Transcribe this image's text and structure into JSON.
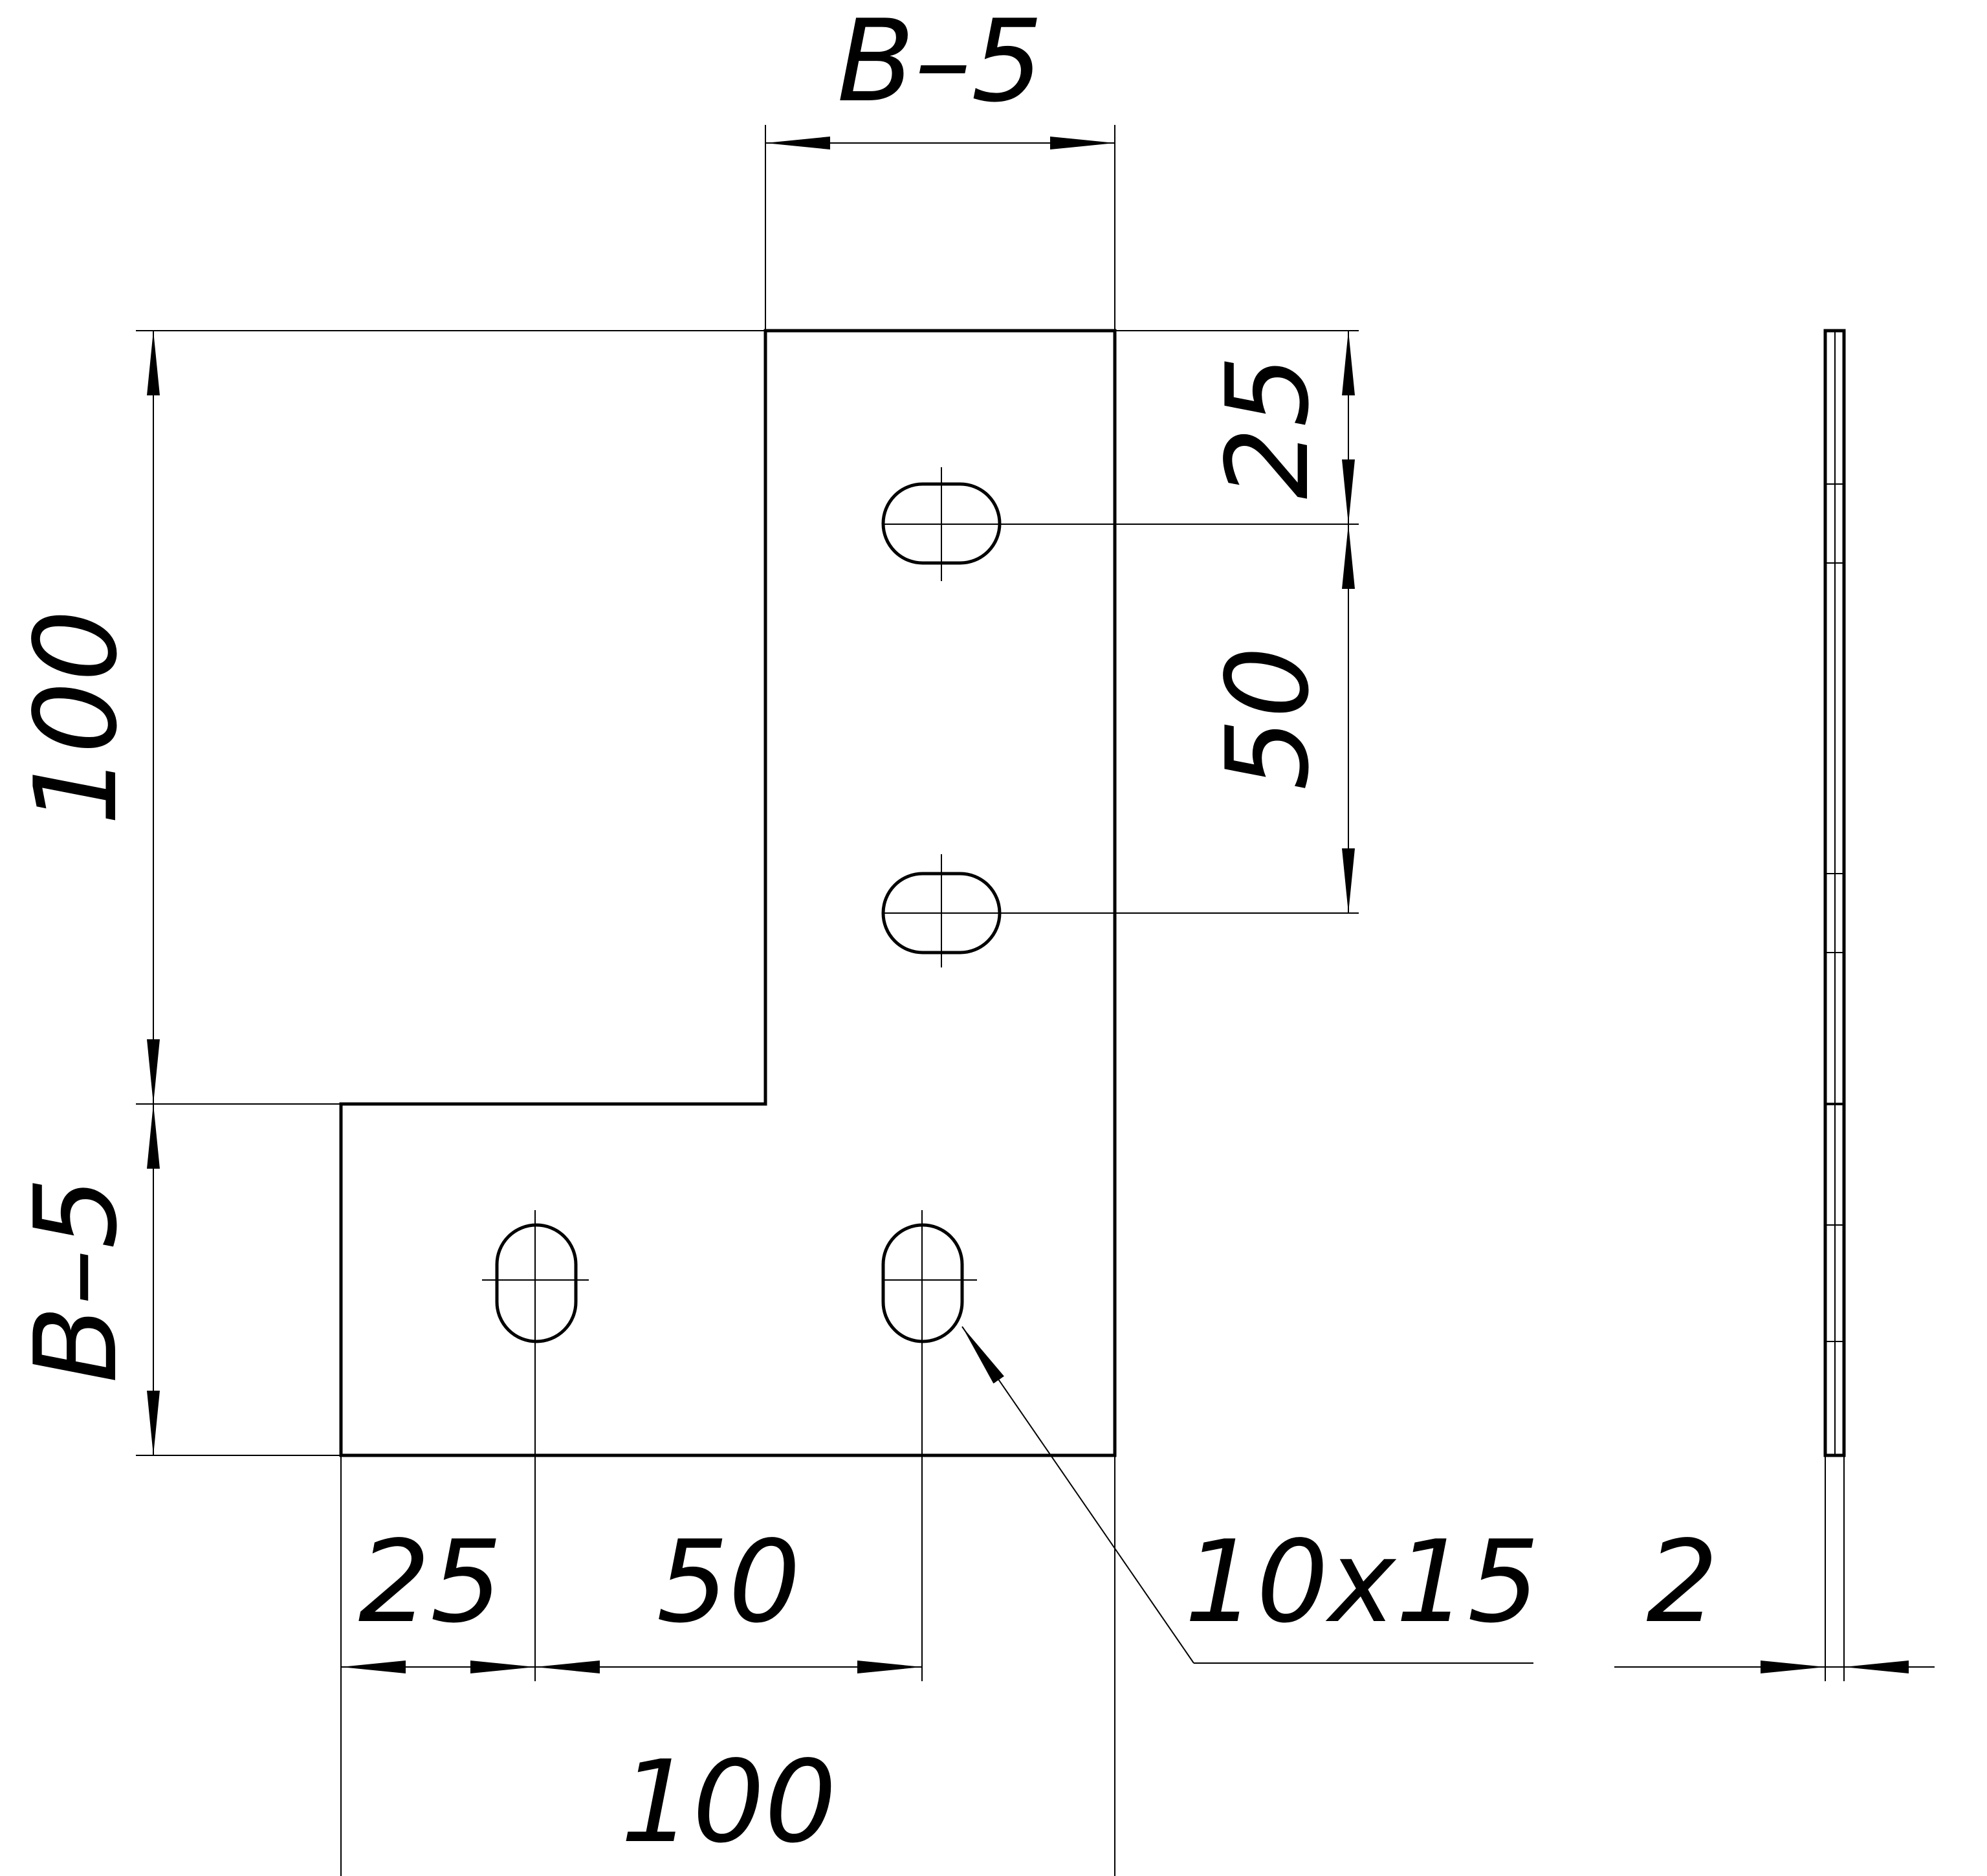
{
  "colors": {
    "line": "#000000",
    "background": "#ffffff"
  },
  "dimensions": {
    "top_width": "B–5",
    "left_height": "100",
    "left_lower": "B–5",
    "right_top": "25",
    "right_spacing": "50",
    "bottom_offset": "25",
    "bottom_spacing": "50",
    "bottom_total": "100",
    "slot_size": "10x15",
    "thickness": "2"
  }
}
